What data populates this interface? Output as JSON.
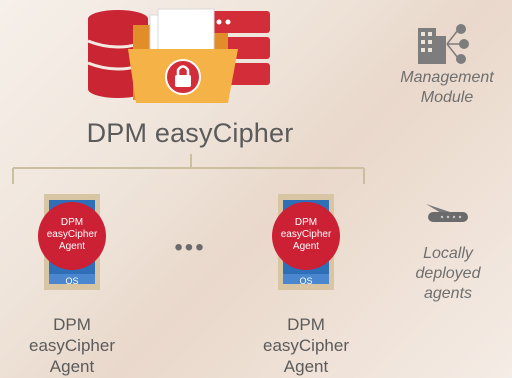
{
  "diagram": {
    "title": "DPM easyCipher",
    "management": {
      "line1": "Management",
      "line2": "Module"
    },
    "agents": [
      {
        "circle_lines": [
          "DPM",
          "easyCipher",
          "Agent"
        ],
        "os": "OS",
        "label_lines": [
          "DPM",
          "easyCipher",
          "Agent"
        ]
      },
      {
        "circle_lines": [
          "DPM",
          "easyCipher",
          "Agent"
        ],
        "os": "OS",
        "label_lines": [
          "DPM",
          "easyCipher",
          "Agent"
        ]
      }
    ],
    "ellipsis": "•••",
    "local": {
      "line1": "Locally",
      "line2": "deployed",
      "line3": "agents"
    }
  }
}
